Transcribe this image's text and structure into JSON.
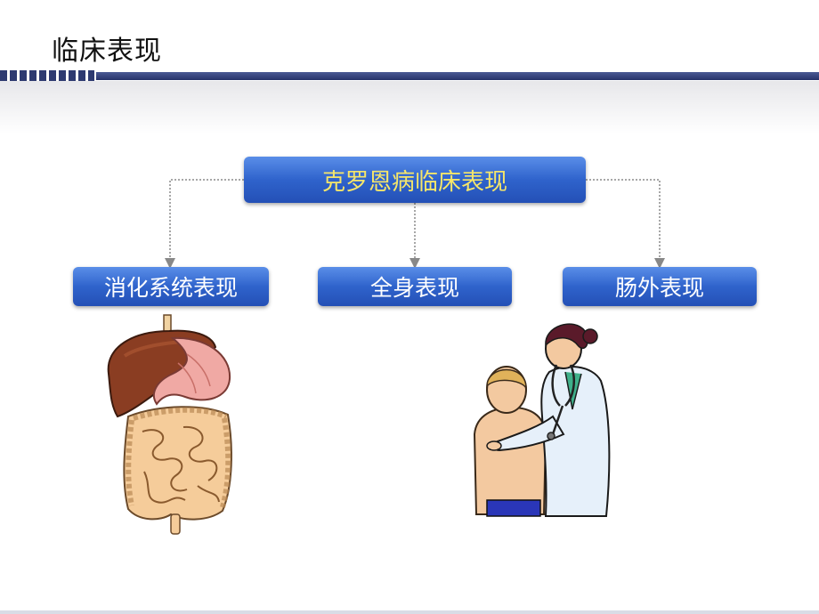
{
  "slide": {
    "title": "临床表现"
  },
  "diagram": {
    "root": "克罗恩病临床表现",
    "branches": [
      {
        "label": "消化系统表现",
        "illustration": "digestive-system"
      },
      {
        "label": "全身表现"
      },
      {
        "label": "肠外表现",
        "illustration": "doctor-examining-patient"
      }
    ]
  },
  "colors": {
    "box_blue": "#2f63cc",
    "root_text": "#f6e66a",
    "header_bar": "#2e3a70"
  }
}
